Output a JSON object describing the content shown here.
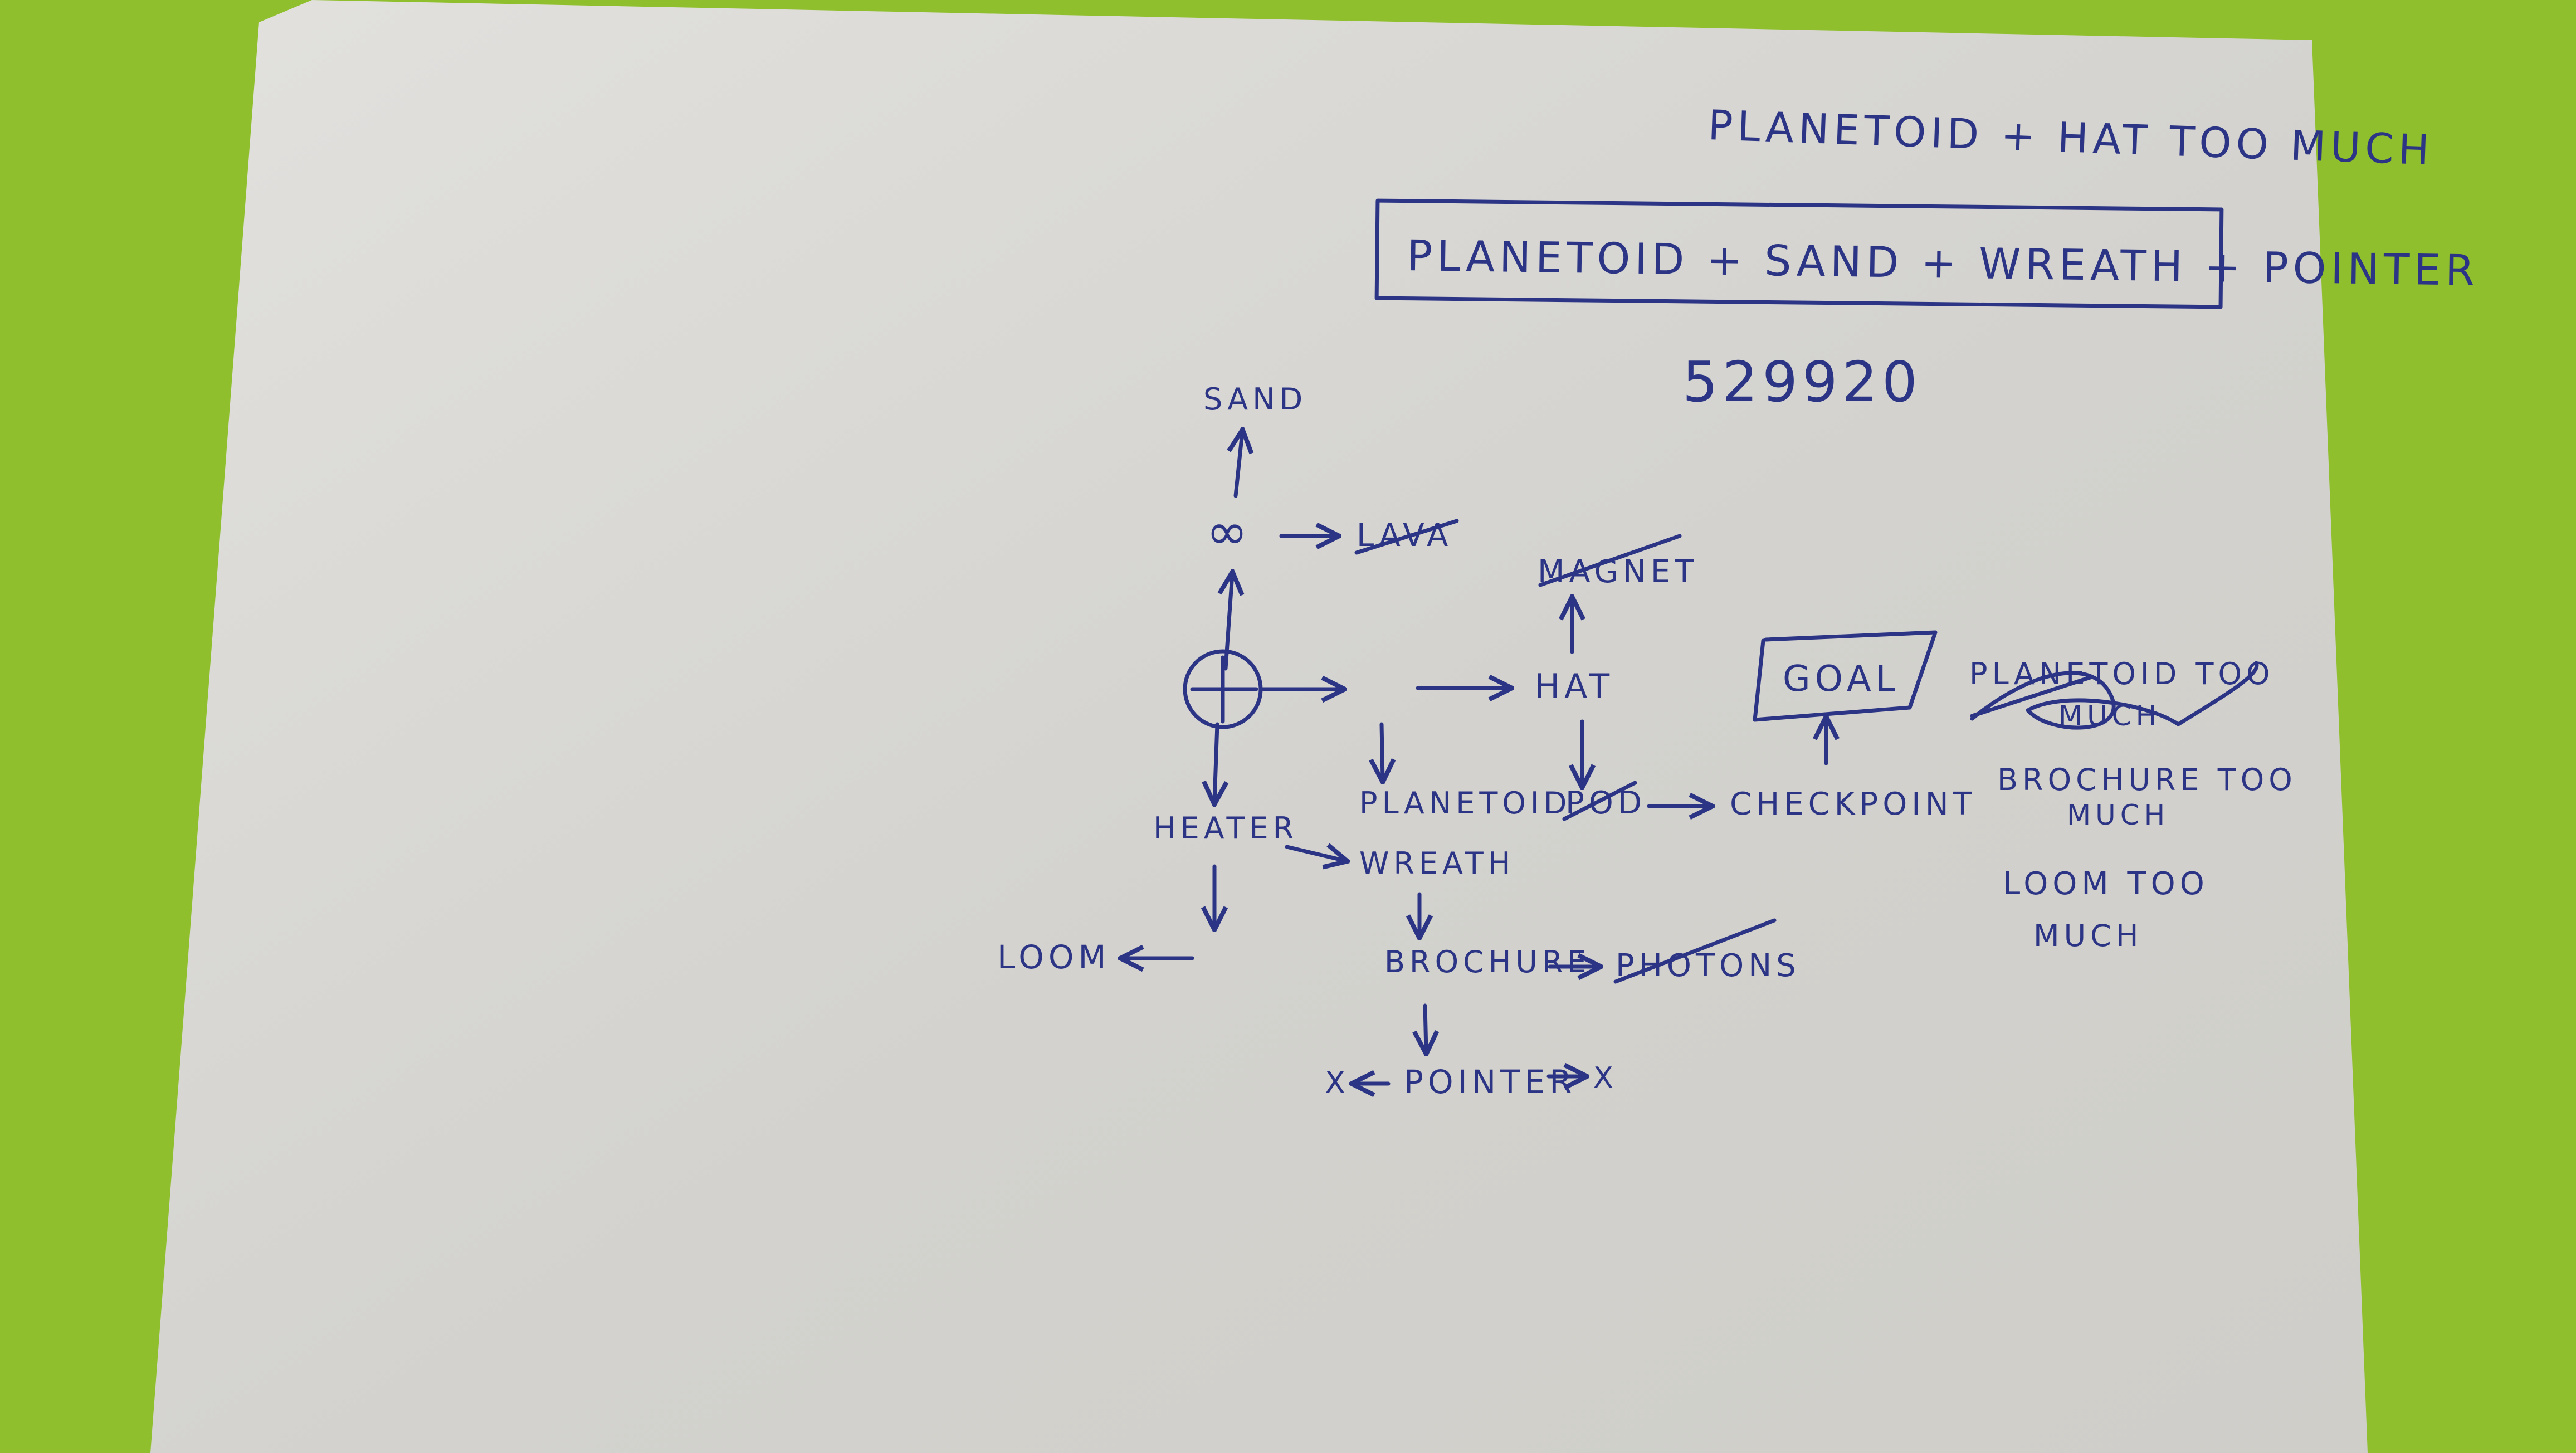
{
  "header_note": "PLANETOID + HAT TOO MUCH",
  "boxed_note": "PLANETOID + SAND + WREATH + POINTER",
  "code_number": "529920",
  "nodes": {
    "sand": "SAND",
    "infinity": "∞",
    "lava": "LAVA",
    "magnet": "MAGNET",
    "hat": "HAT",
    "goal": "GOAL",
    "heater": "HEATER",
    "planetoid": "PLANETOID",
    "pod": "POD",
    "checkpoint": "CHECKPOINT",
    "wreath": "WREATH",
    "loom": "LOOM",
    "brochure": "BROCHURE",
    "photons": "PHOTONS",
    "pointer": "POINTER",
    "x_left": "X",
    "x_right": "X"
  },
  "side_notes": {
    "planetoid_too_much_line1": "PLANETOID TOO",
    "planetoid_too_much_line2": "MUCH",
    "brochure_too_much_line1": "BROCHURE TOO",
    "brochure_too_much_line2": "MUCH",
    "loom_too_much_line1": "LOOM TOO",
    "loom_too_much_line2": "MUCH"
  },
  "colors": {
    "background_green": "#8fbf2c",
    "paper": "#d8d7d3",
    "ink": "#2c3585"
  }
}
